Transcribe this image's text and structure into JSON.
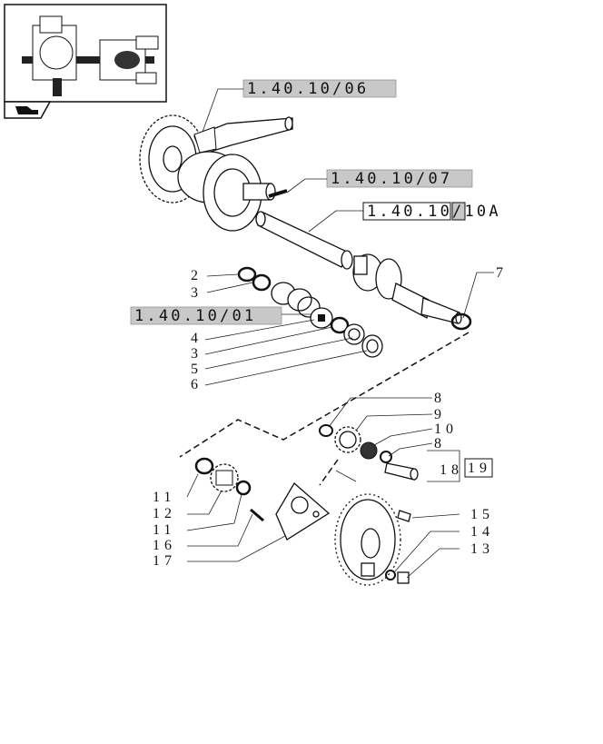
{
  "references": [
    {
      "id": "ref-1",
      "text": "1.40.10/06"
    },
    {
      "id": "ref-2",
      "text": "1.40.10/07"
    },
    {
      "id": "ref-3",
      "text": "1.40.10/10A"
    },
    {
      "id": "ref-4",
      "text": "1.40.10/01"
    }
  ],
  "callouts": {
    "c2": "2",
    "c3a": "3",
    "c4": "4",
    "c3b": "3",
    "c5": "5",
    "c6": "6",
    "c7": "7",
    "c8a": "8",
    "c9": "9",
    "c10": "10",
    "c8b": "8",
    "c18": "18",
    "c19": "19",
    "c11a": "11",
    "c12": "12",
    "c11b": "11",
    "c16": "16",
    "c17": "17",
    "c15": "15",
    "c14": "14",
    "c13": "13"
  },
  "icons": {
    "nav": "arrow-hand-icon",
    "thumbnail": "axle-assembly-thumbnail"
  },
  "colors": {
    "ref_box": "#c8c8c8",
    "line": "#111111"
  }
}
